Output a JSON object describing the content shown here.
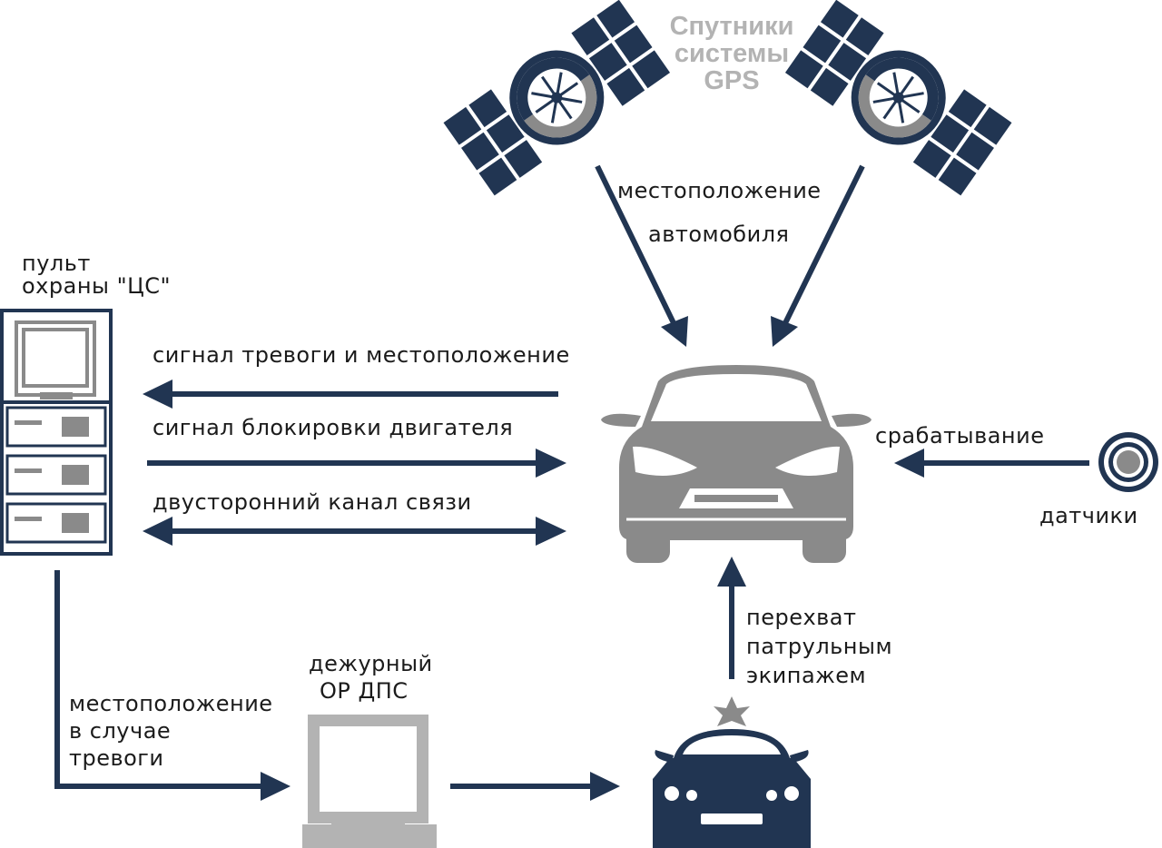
{
  "gps": {
    "title_lines": [
      "Спутники",
      "системы",
      "GPS"
    ]
  },
  "labels": {
    "car_location": [
      "местоположение",
      "автомобиля"
    ],
    "console": [
      "пульт",
      "охраны \"ЦС\""
    ],
    "alarm_signal": "сигнал тревоги и местоположение",
    "engine_block": "сигнал блокировки двигателя",
    "two_way": "двусторонний канал связи",
    "trigger": "срабатывание",
    "sensors": "датчики",
    "intercept": [
      "перехват",
      "патрульным",
      "экипажем"
    ],
    "duty_officer": [
      "дежурный",
      "ОР ДПС"
    ],
    "location_alarm": [
      "местоположение",
      "в случае",
      "тревоги"
    ]
  },
  "colors": {
    "navy": "#213552",
    "gray": "#8a8a8a",
    "light_gray": "#b3b3b3"
  },
  "icons": [
    "satellite-icon",
    "car-icon",
    "computer-icon",
    "server-rack-icon",
    "police-car-icon",
    "sensor-icon"
  ]
}
